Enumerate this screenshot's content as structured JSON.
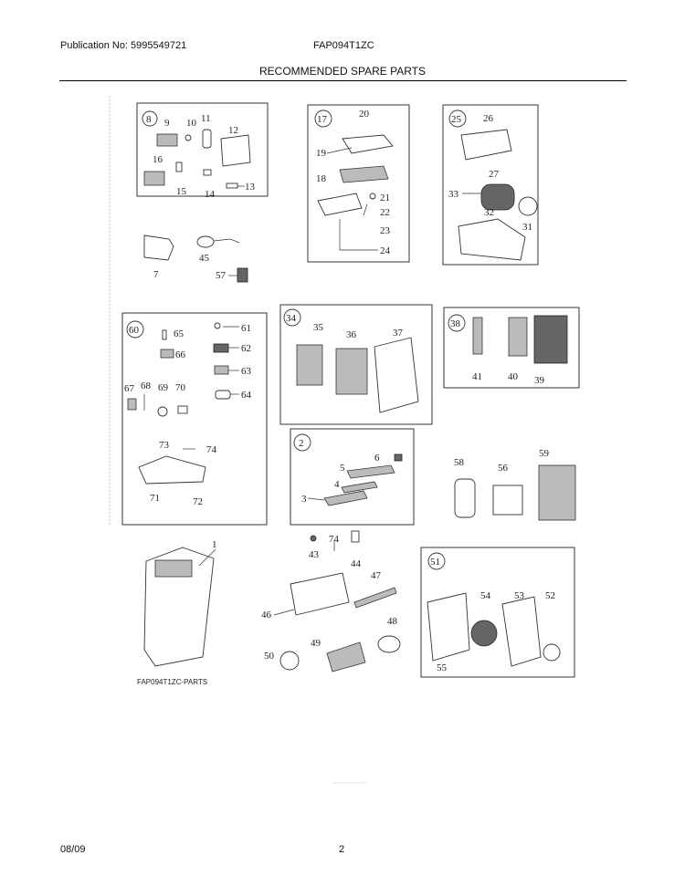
{
  "header": {
    "publication": "Publication No: 5995549721",
    "model": "FAP094T1ZC",
    "title": "RECOMMENDED SPARE PARTS"
  },
  "footer": {
    "date": "08/09",
    "page": "2"
  },
  "diagram": {
    "caption": "FAP094T1ZC-PARTS",
    "groups": [
      {
        "id": "8",
        "parts": [
          "9",
          "10",
          "11",
          "12",
          "13",
          "14",
          "15",
          "16"
        ]
      },
      {
        "id": "17",
        "parts": [
          "18",
          "19",
          "20",
          "21",
          "22",
          "23",
          "24"
        ]
      },
      {
        "id": "25",
        "parts": [
          "26",
          "27",
          "31",
          "32",
          "33"
        ]
      },
      {
        "id": "60",
        "parts": [
          "61",
          "62",
          "63",
          "64",
          "65",
          "66",
          "67",
          "68",
          "69",
          "70",
          "71",
          "72",
          "73",
          "74"
        ]
      },
      {
        "id": "34",
        "parts": [
          "35",
          "36",
          "37"
        ]
      },
      {
        "id": "38",
        "parts": [
          "39",
          "40",
          "41"
        ]
      },
      {
        "id": "2",
        "parts": [
          "3",
          "4",
          "5",
          "6"
        ]
      },
      {
        "id": "51",
        "parts": [
          "52",
          "53",
          "54",
          "55"
        ]
      }
    ],
    "loose_parts": [
      "1",
      "7",
      "43",
      "44",
      "45",
      "46",
      "47",
      "48",
      "49",
      "50",
      "56",
      "57",
      "58",
      "59",
      "74"
    ]
  }
}
